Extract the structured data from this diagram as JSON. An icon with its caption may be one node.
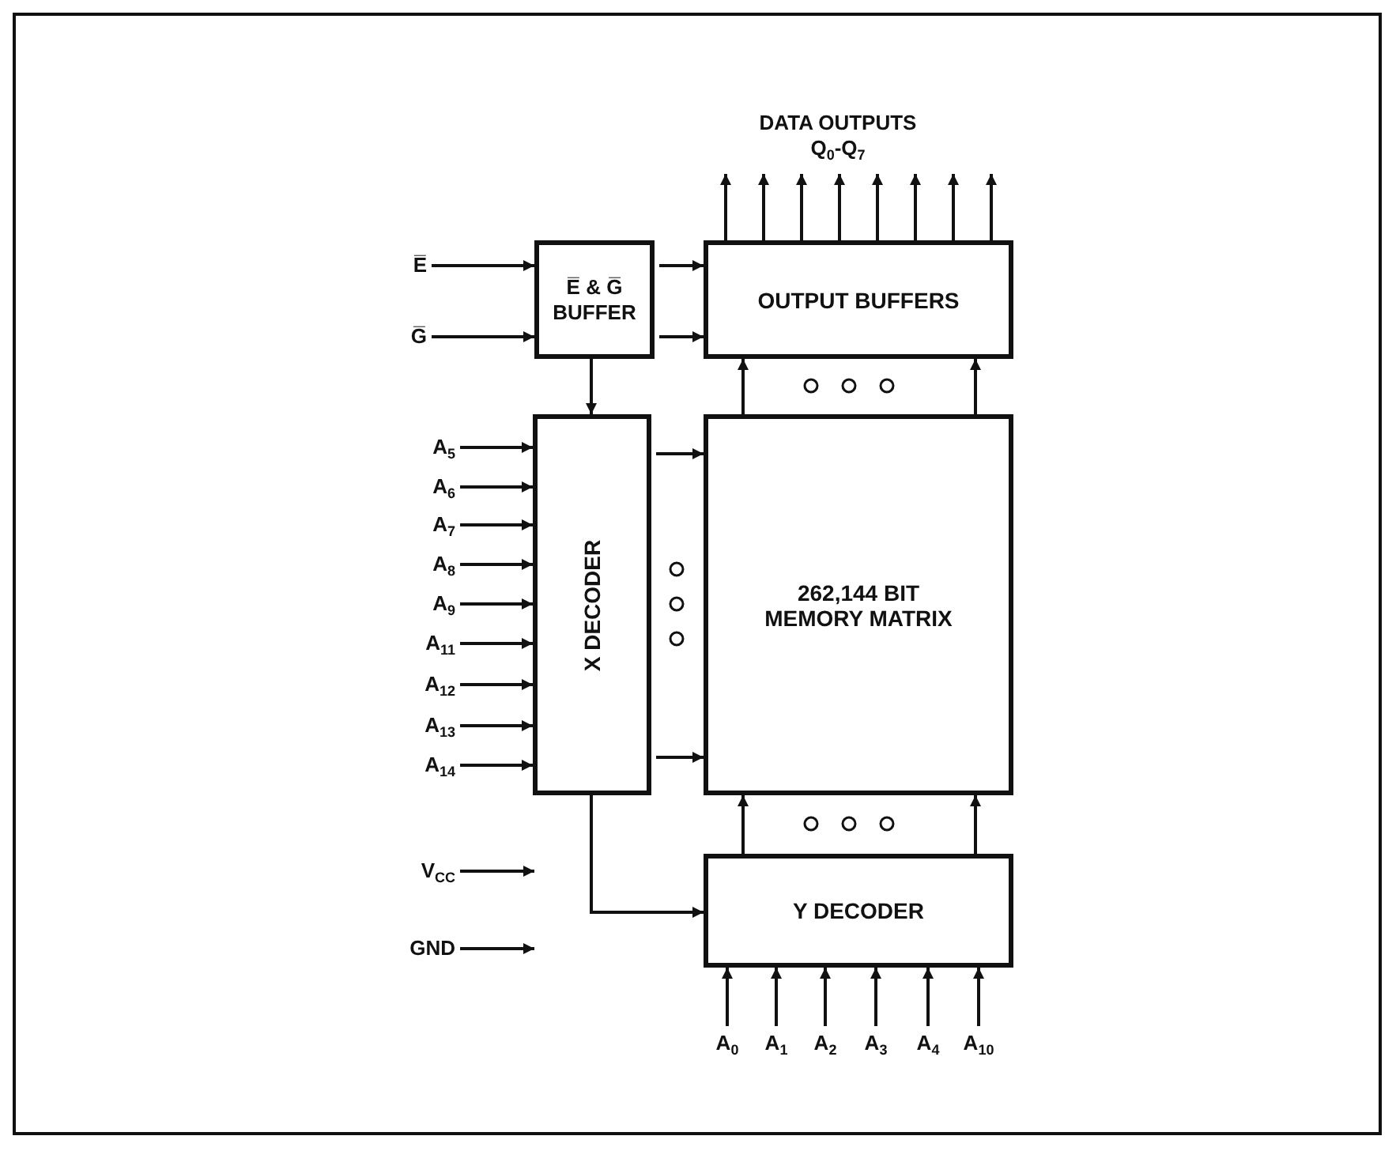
{
  "diagram": {
    "nodes": [
      {
        "text": [
          "E̅ & G̅ BUFFER"
        ]
      },
      {
        "text": [
          "OUTPUT BUFFERS"
        ]
      },
      {
        "text": [
          "X DECODER"
        ]
      },
      {
        "text": [
          "262,144 BIT MEMORY MATRIX"
        ]
      },
      {
        "text": [
          "Y DECODER"
        ]
      },
      {
        "text": [
          "E̅"
        ]
      },
      {
        "text": [
          "G̅"
        ]
      },
      {
        "text": [
          "A$_{5}$"
        ]
      },
      {
        "text": [
          "A$_{6}$"
        ]
      },
      {
        "text": [
          "A$_{7}$"
        ]
      },
      {
        "text": [
          "A$_{8}$"
        ]
      },
      {
        "text": [
          "A$_{9}$"
        ]
      },
      {
        "text": [
          "A$_{11}$"
        ]
      },
      {
        "text": [
          "A$_{12}$"
        ]
      },
      {
        "text": [
          "A$_{13}$"
        ]
      },
      {
        "text": [
          "A$_{14}$"
        ]
      },
      {
        "text": [
          "V$_{CC}$"
        ]
      },
      {
        "text": [
          "GND"
        ]
      },
      {
        "text": [
          "A$_{0}$"
        ]
      },
      {
        "text": [
          "A$_{1}$"
        ]
      },
      {
        "text": [
          "A$_{2}$"
        ]
      },
      {
        "text": [
          "A$_{3}$"
        ]
      },
      {
        "text": [
          "A$_{4}$"
        ]
      },
      {
        "text": [
          "A$_{10}$"
        ]
      },
      {
        "text": [
          "DATA OUTPUTS",
          "Q$_{0}$-Q$_{7}$"
        ]
      }
    ],
    "edges": [
      {
        "from": 5,
        "to": 0,
        "arrow": "to"
      },
      {
        "from": 6,
        "to": 0,
        "arrow": "to"
      },
      {
        "from": 0,
        "to": 1,
        "arrow": "to"
      },
      {
        "from": 0,
        "to": 1,
        "arrow": "to"
      },
      {
        "from": 0,
        "to": 2,
        "arrow": "to"
      },
      {
        "from": 7,
        "to": 2,
        "arrow": "to"
      },
      {
        "from": 8,
        "to": 2,
        "arrow": "to"
      },
      {
        "from": 9,
        "to": 2,
        "arrow": "to"
      },
      {
        "from": 10,
        "to": 2,
        "arrow": "to"
      },
      {
        "from": 11,
        "to": 2,
        "arrow": "to"
      },
      {
        "from": 12,
        "to": 2,
        "arrow": "to"
      },
      {
        "from": 13,
        "to": 2,
        "arrow": "to"
      },
      {
        "from": 14,
        "to": 2,
        "arrow": "to"
      },
      {
        "from": 15,
        "to": 2,
        "arrow": "to"
      },
      {
        "from": 2,
        "to": 3,
        "arrow": "to"
      },
      {
        "from": 2,
        "to": 3,
        "arrow": "to"
      },
      {
        "from": 3,
        "to": 1,
        "arrow": "to"
      },
      {
        "from": 3,
        "to": 1,
        "arrow": "to"
      },
      {
        "from": 4,
        "to": 3,
        "arrow": "to"
      },
      {
        "from": 4,
        "to": 3,
        "arrow": "to"
      },
      {
        "from": 2,
        "to": 4,
        "arrow": "to"
      },
      {
        "from": 18,
        "to": 4,
        "arrow": "to"
      },
      {
        "from": 19,
        "to": 4,
        "arrow": "to"
      },
      {
        "from": 20,
        "to": 4,
        "arrow": "to"
      },
      {
        "from": 21,
        "to": 4,
        "arrow": "to"
      },
      {
        "from": 22,
        "to": 4,
        "arrow": "to"
      },
      {
        "from": 23,
        "to": 4,
        "arrow": "to"
      },
      {
        "from": 1,
        "to": 24,
        "arrow": "to"
      },
      {
        "from": 1,
        "to": 24,
        "arrow": "to"
      },
      {
        "from": 1,
        "to": 24,
        "arrow": "to"
      },
      {
        "from": 1,
        "to": 24,
        "arrow": "to"
      },
      {
        "from": 1,
        "to": 24,
        "arrow": "to"
      },
      {
        "from": 1,
        "to": 24,
        "arrow": "to"
      },
      {
        "from": 1,
        "to": 24,
        "arrow": "to"
      },
      {
        "from": 1,
        "to": 24,
        "arrow": "to"
      },
      {
        "from": 16,
        "to": null,
        "arrow": "to"
      },
      {
        "from": 17,
        "to": null,
        "arrow": "to"
      }
    ]
  }
}
